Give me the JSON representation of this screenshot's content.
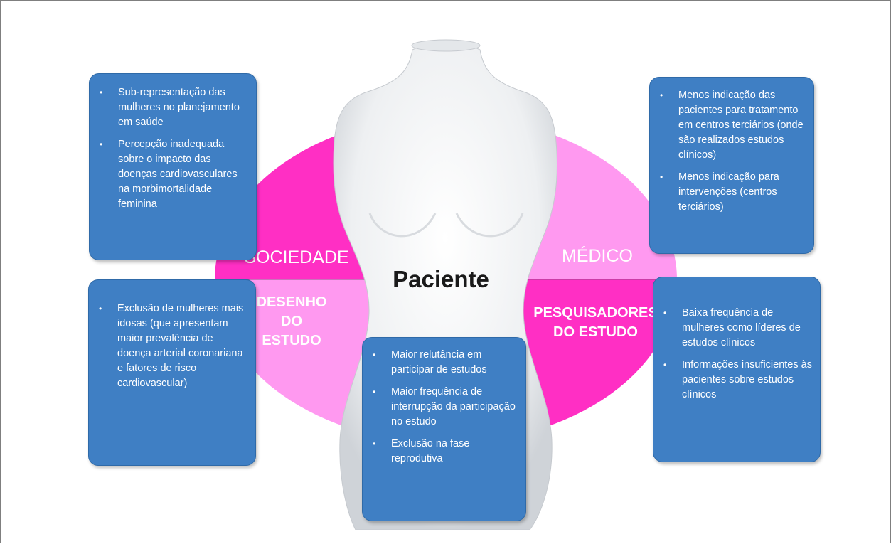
{
  "center_label": "Paciente",
  "quadrants": {
    "top_left": {
      "label": "SOCIEDADE",
      "color": "#ff2fc4"
    },
    "top_right": {
      "label": "MÉDICO",
      "color": "#ff99f0"
    },
    "bottom_left": {
      "label_lines": [
        "DESENHO",
        "DO",
        "ESTUDO"
      ],
      "color": "#ff99f0"
    },
    "bottom_right": {
      "label_lines": [
        "PESQUISADORES",
        "DO ESTUDO"
      ],
      "color": "#ff2fc4"
    }
  },
  "box_color": "#3f7fc4",
  "boxes": {
    "sociedade": [
      "Sub-representação das mulheres no planejamento em saúde",
      "Percepção inadequada sobre o impacto das doenças cardiovasculares na morbimortalidade feminina"
    ],
    "medico": [
      "Menos indicação das pacientes para tratamento em centros terciários (onde são realizados estudos clínicos)",
      "Menos indicação para intervenções (centros terciários)"
    ],
    "desenho": [
      "Exclusão de mulheres mais idosas (que apresentam maior prevalência de doença arterial coronariana e fatores de risco cardiovascular)"
    ],
    "paciente": [
      "Maior relutância em participar de estudos",
      "Maior frequência de interrupção da participação no estudo",
      "Exclusão na fase reprodutiva"
    ],
    "pesquisadores": [
      "Baixa frequência de mulheres como líderes de estudos clínicos",
      "Informações insuficientes às pacientes sobre estudos clínicos"
    ]
  },
  "bullet_char": "•"
}
